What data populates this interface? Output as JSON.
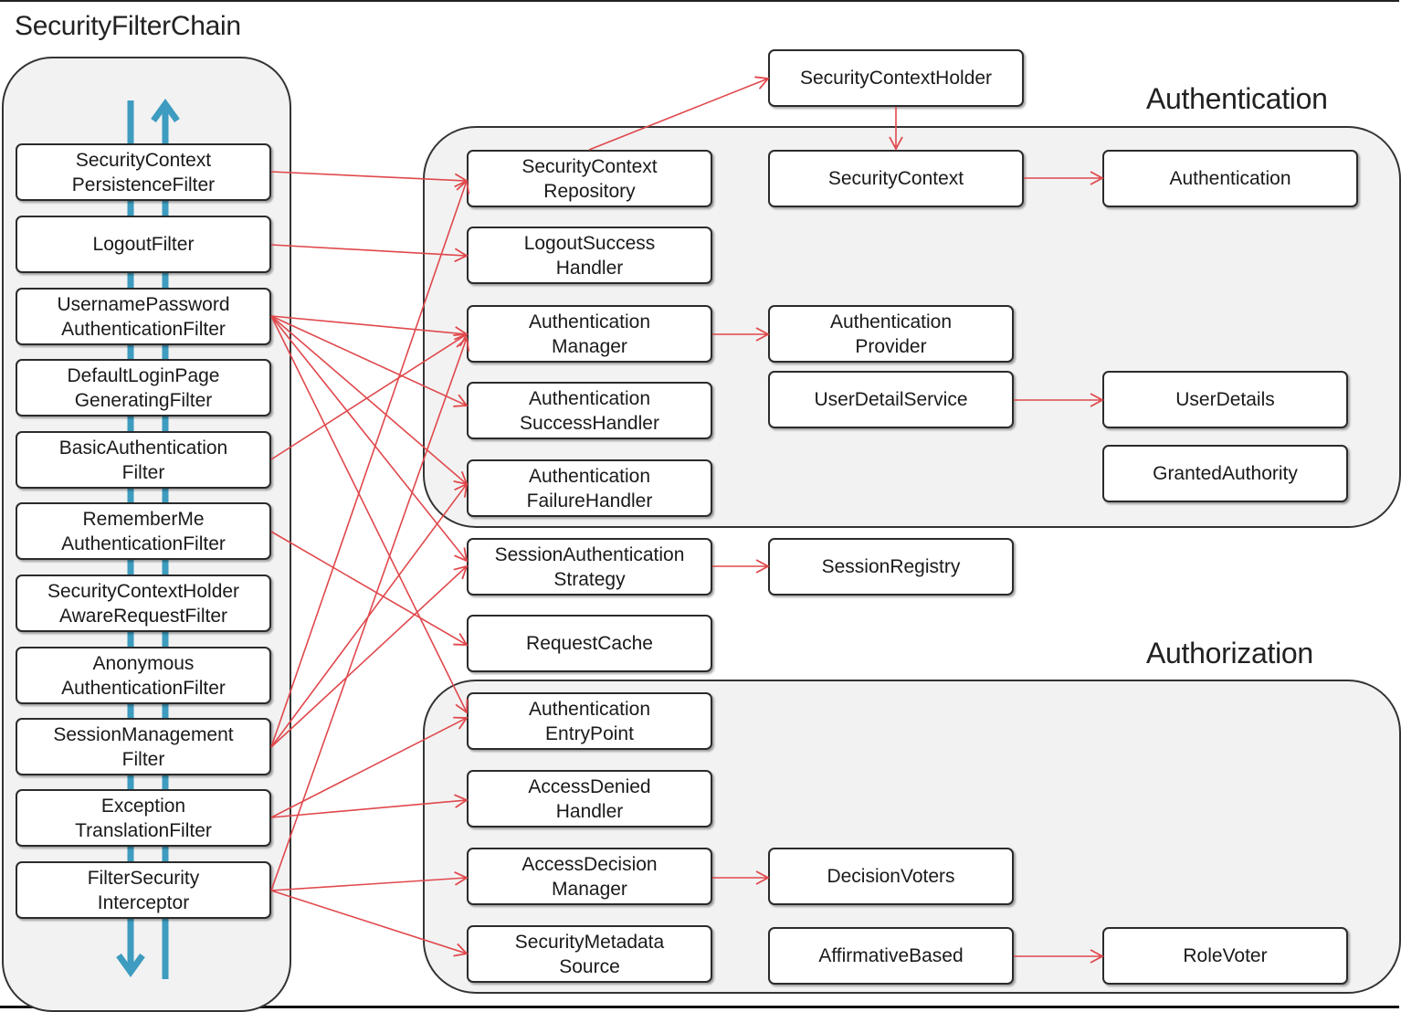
{
  "titles": {
    "chain": "SecurityFilterChain",
    "authentication": "Authentication",
    "authorization": "Authorization"
  },
  "filters": [
    "SecurityContext\nPersistenceFilter",
    "LogoutFilter",
    "UsernamePassword\nAuthenticationFilter",
    "DefaultLoginPage\nGeneratingFilter",
    "BasicAuthentication\nFilter",
    "RememberMe\nAuthenticationFilter",
    "SecurityContextHolder\nAwareRequestFilter",
    "Anonymous\nAuthenticationFilter",
    "SessionManagement\nFilter",
    "Exception\nTranslationFilter",
    "FilterSecurity\nInterceptor"
  ],
  "components": {
    "security_context_holder": "SecurityContextHolder",
    "security_context_repository": "SecurityContext\nRepository",
    "security_context": "SecurityContext",
    "authentication": "Authentication",
    "logout_success_handler": "LogoutSuccess\nHandler",
    "authentication_manager": "Authentication\nManager",
    "authentication_provider": "Authentication\nProvider",
    "authentication_success_handler": "Authentication\nSuccessHandler",
    "user_detail_service": "UserDetailService",
    "user_details": "UserDetails",
    "authentication_failure_handler": "Authentication\nFailureHandler",
    "granted_authority": "GrantedAuthority",
    "session_authentication_strategy": "SessionAuthentication\nStrategy",
    "session_registry": "SessionRegistry",
    "request_cache": "RequestCache",
    "authentication_entry_point": "Authentication\nEntryPoint",
    "access_denied_handler": "AccessDenied\nHandler",
    "access_decision_manager": "AccessDecision\nManager",
    "decision_voters": "DecisionVoters",
    "security_metadata_source": "SecurityMetadata\nSource",
    "affirmative_based": "AffirmativeBased",
    "role_voter": "RoleVoter"
  },
  "colors": {
    "connector": "#e0484c",
    "flow_arrow": "#3d9cbf",
    "border": "#2b2b2b",
    "group_fill": "#f2f2f2"
  }
}
